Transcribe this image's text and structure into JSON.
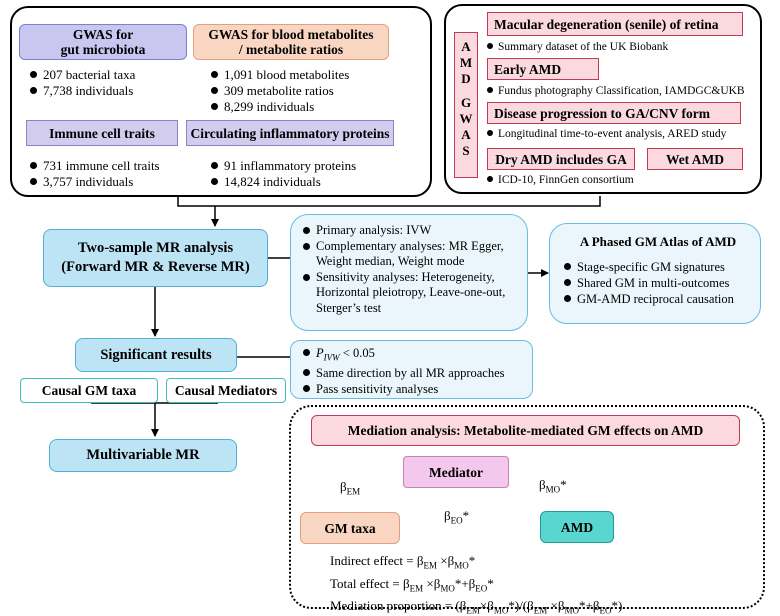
{
  "gwas_panel": {
    "gut": {
      "title": "GWAS for\ngut microbiota",
      "items": [
        "207 bacterial taxa",
        "7,738 individuals"
      ]
    },
    "blood": {
      "title": "GWAS for blood metabolites\n/ metabolite ratios",
      "items": [
        "1,091 blood metabolites",
        "309 metabolite ratios",
        "8,299 individuals"
      ]
    },
    "immune": {
      "title": "Immune cell traits",
      "items": [
        "731 immune cell traits",
        "3,757 individuals"
      ]
    },
    "inflam": {
      "title": "Circulating inflammatory proteins",
      "items": [
        "91 inflammatory proteins",
        "14,824 individuals"
      ]
    }
  },
  "amd_panel": {
    "vertical_label": [
      "A",
      "M",
      "D",
      "",
      "G",
      "W",
      "A",
      "S"
    ],
    "sections": [
      {
        "title": "Macular degeneration (senile) of retina",
        "note": "Summary dataset of the UK Biobank"
      },
      {
        "title": "Early AMD",
        "note": "Fundus photography Classification, IAMDGC&UKB"
      },
      {
        "title": "Disease progression to GA/CNV form",
        "note": "Longitudinal time-to-event analysis, ARED study"
      },
      {
        "title": "Dry AMD includes GA",
        "title2": "Wet AMD",
        "note": "ICD-10, FinnGen consortium"
      }
    ]
  },
  "mr_box": {
    "line1": "Two-sample MR analysis",
    "line2": "(Forward MR & Reverse MR)"
  },
  "methods_panel": {
    "items": [
      "Primary analysis: IVW",
      "Complementary analyses: MR Egger, Weight median, Weight mode",
      "Sensitivity analyses: Heterogeneity, Horizontal pleiotropy, Leave-one-out, Sterger’s test"
    ]
  },
  "atlas_panel": {
    "title": "A Phased GM Atlas of AMD",
    "items": [
      "Stage-specific GM signatures",
      "Shared GM in multi-outcomes",
      "GM-AMD reciprocal causation"
    ]
  },
  "significant": {
    "label": "Significant results"
  },
  "causal_gm": {
    "label": "Causal GM taxa"
  },
  "causal_med": {
    "label": "Causal Mediators"
  },
  "multivariable": {
    "label": "Multivariable MR"
  },
  "criteria_panel": {
    "p_symbol": "P",
    "p_sub": "IVW",
    "p_rest": " < 0.05",
    "items": [
      "Same direction by all MR approaches",
      "Pass sensitivity analyses"
    ]
  },
  "mediation": {
    "title": "Mediation analysis: Metabolite-mediated GM effects on AMD",
    "mediator": "Mediator",
    "gm_taxa": "GM taxa",
    "amd": "AMD",
    "beta": "β",
    "sub_em": "EM",
    "sub_mo": "MO",
    "sub_eo": "EO",
    "star": "*",
    "eq1_label": "Indirect effect = ",
    "eq2_label": "Total effect = ",
    "eq3_label": "Mediation proportion = "
  }
}
